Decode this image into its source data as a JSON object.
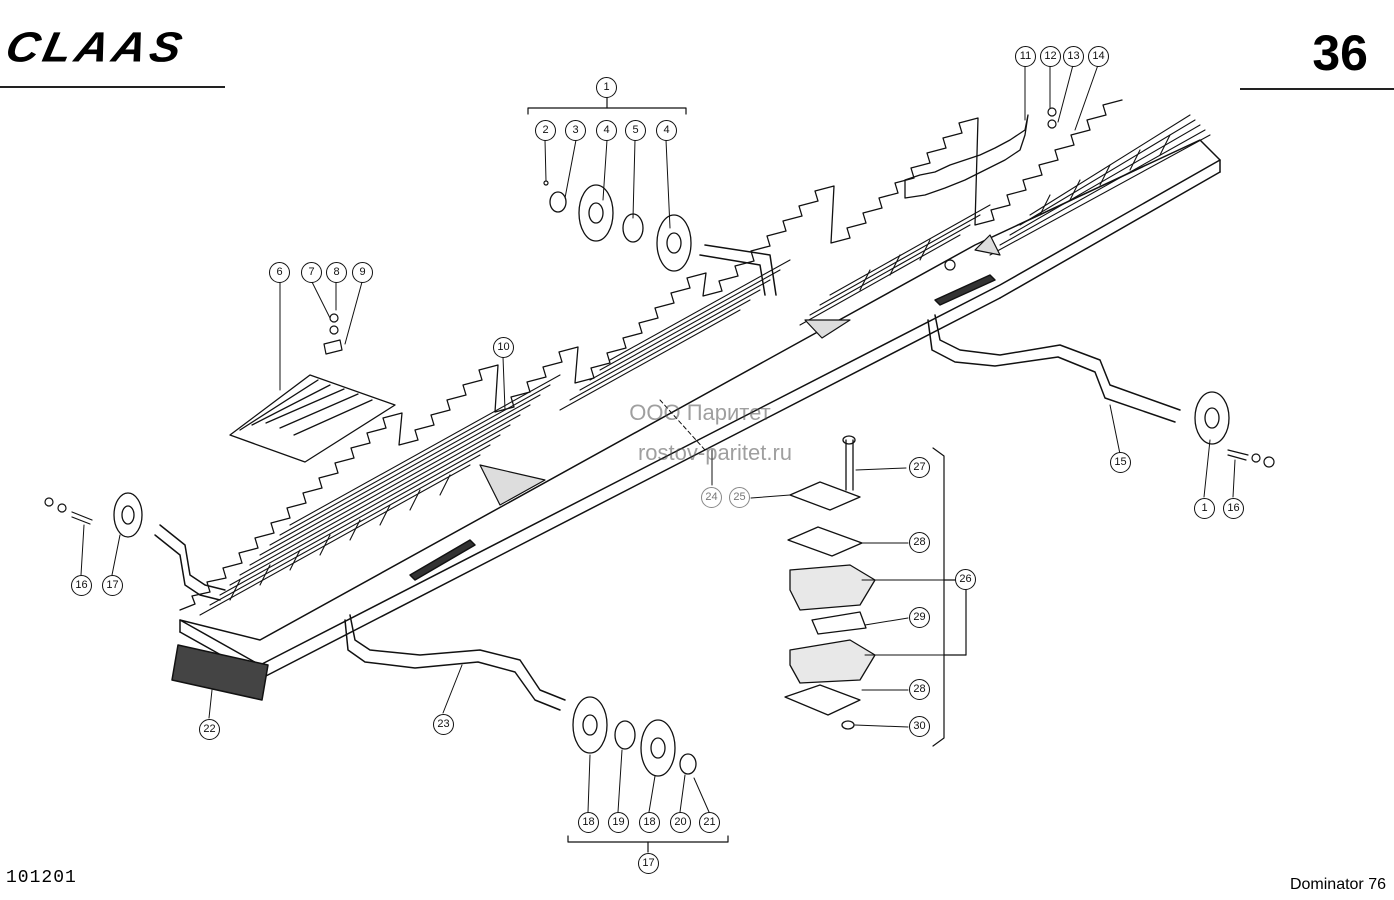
{
  "header": {
    "brand": "CLAAS",
    "page_number": "36"
  },
  "footer": {
    "drawing_code": "101201",
    "model": "Dominator 76"
  },
  "watermark": {
    "line1": "ООО Паритет",
    "line2": "rostov-paritet.ru"
  },
  "callouts": [
    "1",
    "2",
    "3",
    "4",
    "5",
    "4",
    "6",
    "7",
    "8",
    "9",
    "10",
    "11",
    "12",
    "13",
    "14",
    "15",
    "1",
    "16",
    "16",
    "17",
    "22",
    "23",
    "24",
    "25",
    "27",
    "28",
    "26",
    "29",
    "28",
    "30",
    "18",
    "19",
    "18",
    "20",
    "21",
    "17"
  ],
  "colors": {
    "ink": "#111111",
    "background": "#ffffff"
  }
}
